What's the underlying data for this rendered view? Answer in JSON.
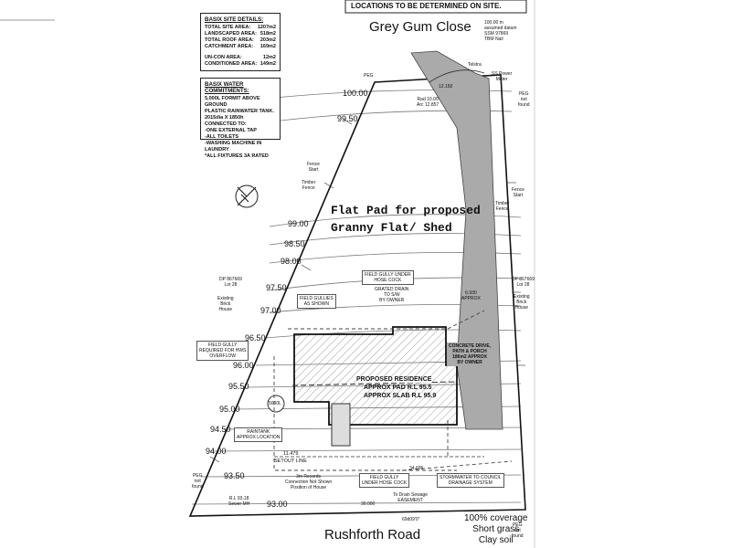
{
  "top_banner": "LOCATIONS TO BE DETERMINED ON SITE.",
  "street_top": "Grey Gum Close",
  "street_bottom": "Rushforth Road",
  "datum": [
    "100.00 m",
    "assumed datum",
    "SSM 97869",
    "TBM Nail"
  ],
  "basix_site": {
    "title": "BASIX SITE DETAILS:",
    "rows": [
      {
        "label": "TOTAL SITE AREA:",
        "value": "1207m2"
      },
      {
        "label": "LANDSCAPED AREA:",
        "value": "518m2"
      },
      {
        "label": "TOTAL ROOF AREA:",
        "value": "203m2"
      },
      {
        "label": "CATCHMENT AREA:",
        "value": "169m2"
      },
      {
        "label": "UN-CON AREA:",
        "value": "12m2"
      },
      {
        "label": "CONDITIONED AREA:",
        "value": "149m2"
      }
    ]
  },
  "basix_water": {
    "title": "BASIX WATER COMMITMENTS:",
    "lines": [
      "5,000L FORMIT ABOVE GROUND",
      "PLASTIC RAINWATER TANK.",
      "2015dia X 1850h",
      "CONNECTED TO:",
      "-ONE EXTERNAL TAP",
      "-ALL TOILETS",
      "-WASHING MACHINE IN LAUNDRY",
      "*ALL FIXTURES 3A RATED"
    ]
  },
  "annotation": {
    "line1": "Flat Pad for proposed",
    "line2": "Granny Flat/ Shed"
  },
  "contours": [
    "100.00",
    "99.50",
    "99.00",
    "98.50",
    "98.00",
    "97.50",
    "97.00",
    "96.50",
    "96.00",
    "95.50",
    "95.00",
    "94.50",
    "94.00",
    "93.50",
    "93.00"
  ],
  "notes": {
    "field_gully_hose": "FIELD GULLY UNDER\nHOSE COCK",
    "grated_drain": "GRATED DRAIN\nTO S/W\nBY OWNER",
    "field_gullies": "FIELD GULLIES\nAS SHOWN",
    "field_gully_hws": "FIELD GULLY\nREQUIRED FOR HWS\nOVERFLOW",
    "concrete_drive": "CONCRETE DRIVE,\nPATH & PORCH\n186m2 APPROX\nBY OWNER",
    "raintank": "RAINTANK\nAPPROX LOCATION",
    "field_gully_bottom": "FIELD GULLY\nUNDER HOSE COCK",
    "stormwater": "STORMWATER TO COUNCIL\nDRAINAGE SYSTEM",
    "proposed": "PROPOSED RESIDENCE",
    "pad": "APPROX PAD R.L 95.5",
    "slab": "APPROX SLAB R.L 95.9",
    "tank": "5000L",
    "setout": "SETOUT LINE",
    "setout_dim": "11.479",
    "approx": "6.930\nAPPROX",
    "dp_left": "DP 867669\nLot 28",
    "dp_right": "DP 867669\nLot 28",
    "existing_left": "Existing\nBrick\nHouse",
    "existing_right": "Existing\nBrick\nHouse",
    "fence_start_l": "Fence\nStart",
    "timber_fence_l": "Timber\nFence",
    "timber_fence_r": "Timber\nFence",
    "fence_start_r": "Fence\nStart",
    "peg_tl": "PEG",
    "peg_nf": "PEG\nnot\nfound",
    "peg_bl": "PEG\nnot\nfound",
    "peg_br": "PEG\nnot\nfound",
    "telstra": "Telstra",
    "power": "SS Power\nMeter",
    "rad": "Rad 10.00\nArc 12.857",
    "dim_top": "12.150",
    "dim_bottom": "30.000",
    "dim_bottom2": "34.695",
    "brg_bottom": "69d09'0\"",
    "rl": "R.L 93.18\nSewer MH",
    "records": "3m Records\nConnection Not Shown\nPosition of House",
    "ts_drain": "To Drain Sewage\nEASEMENT"
  },
  "bottom_right": [
    "100% coverage",
    "Short grass",
    "Clay soil"
  ]
}
